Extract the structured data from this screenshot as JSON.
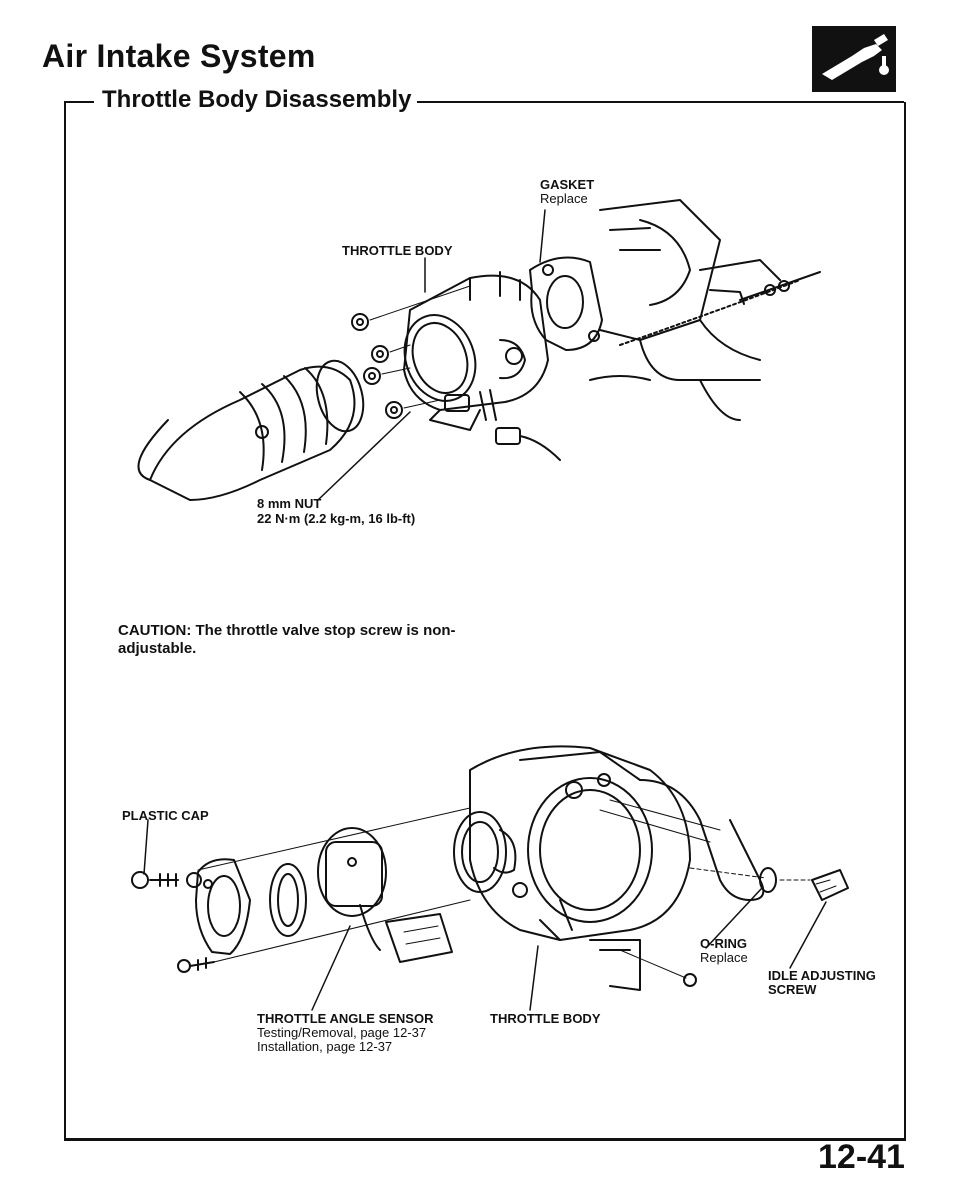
{
  "header": {
    "title": "Air Intake System",
    "section": "Throttle Body Disassembly",
    "logo_icon": "engine-section-icon"
  },
  "upper_diagram": {
    "gasket_label": "GASKET",
    "gasket_note": "Replace",
    "throttle_body_label": "THROTTLE BODY",
    "nut_label": "8 mm NUT",
    "nut_torque": "22 N·m (2.2 kg-m, 16 lb-ft)"
  },
  "caution": {
    "label": "CAUTION:",
    "text": "The throttle valve stop screw is non-adjustable."
  },
  "lower_diagram": {
    "plastic_cap_label": "PLASTIC CAP",
    "sensor_label": "THROTTLE ANGLE SENSOR",
    "sensor_line1": "Testing/Removal, page 12-37",
    "sensor_line2": "Installation, page 12-37",
    "throttle_body_label": "THROTTLE BODY",
    "oring_label": "O-RING",
    "oring_note": "Replace",
    "idle_label_1": "IDLE ADJUSTING",
    "idle_label_2": "SCREW"
  },
  "footer": {
    "page_number": "12-41"
  }
}
